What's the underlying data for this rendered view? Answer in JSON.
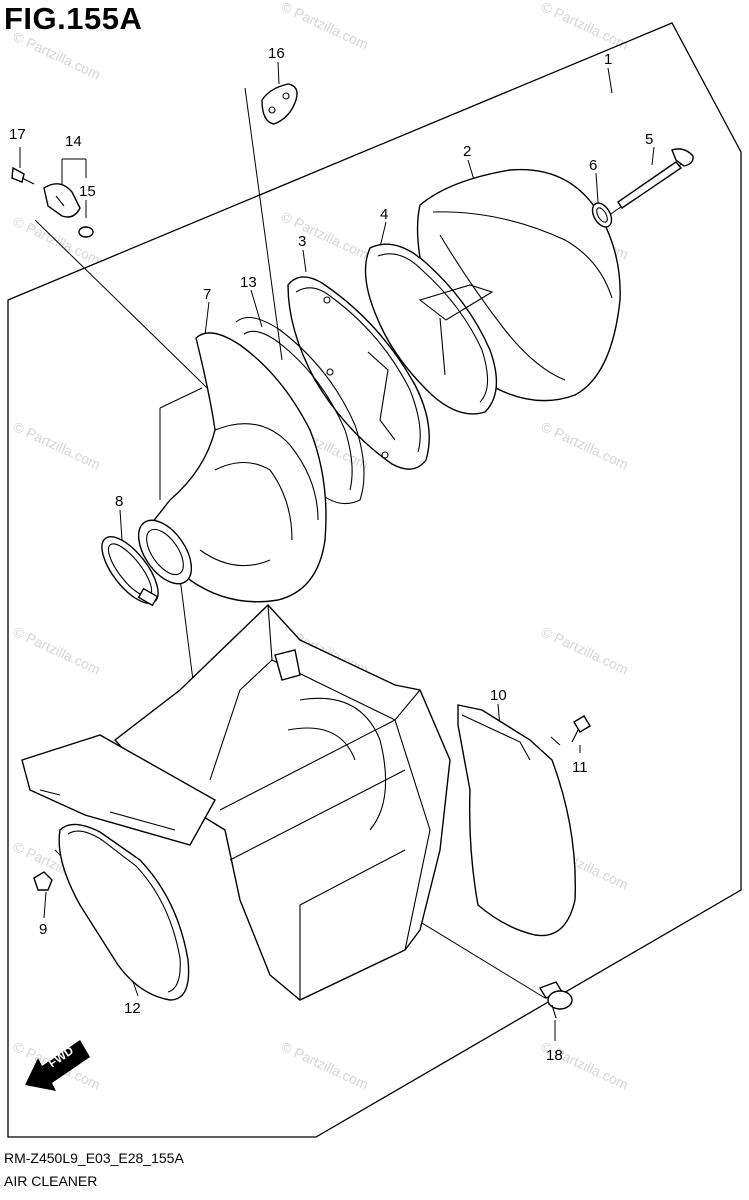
{
  "figure_title": "FIG.155A",
  "diagram_code": "RM-Z450L9_E03_E28_155A",
  "section_name": "AIR CLEANER",
  "fwd_label": "FWD",
  "watermark": "© Partzilla.com",
  "callouts": [
    "1",
    "2",
    "3",
    "4",
    "5",
    "6",
    "7",
    "8",
    "9",
    "10",
    "11",
    "12",
    "13",
    "14",
    "15",
    "16",
    "17",
    "18"
  ]
}
